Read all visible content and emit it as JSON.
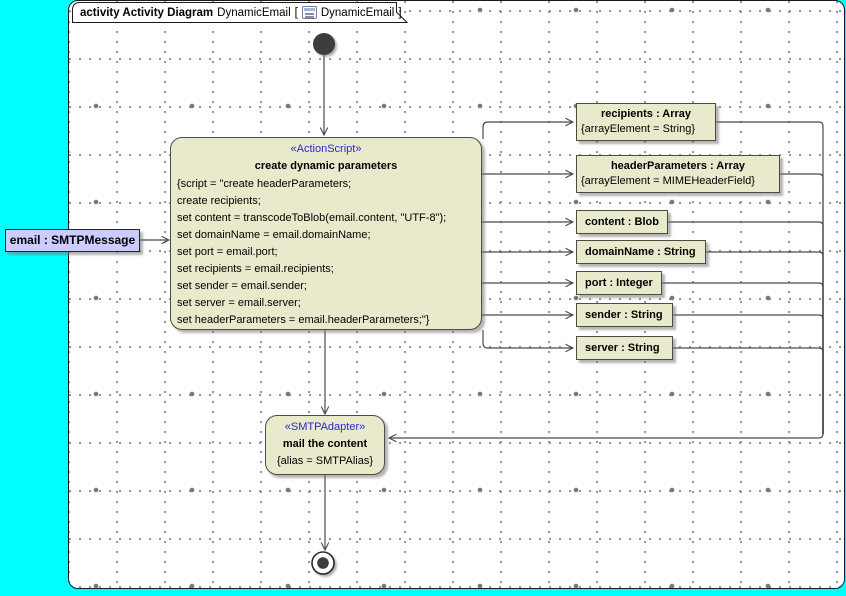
{
  "frame": {
    "kind_label": "activity Activity Diagram",
    "diagram_name": "DynamicEmail",
    "bracket_open": "[",
    "ref_name": "DynamicEmail",
    "bracket_close": "]"
  },
  "nodes": {
    "action": {
      "stereotype": "«ActionScript»",
      "name": "create dynamic parameters",
      "script_lines": [
        "{script = \"create headerParameters;",
        "create recipients;",
        "set content = transcodeToBlob(email.content, \"UTF-8\");",
        "set domainName = email.domainName;",
        "set port = email.port;",
        "set recipients = email.recipients;",
        "set sender = email.sender;",
        "set server = email.server;",
        "set headerParameters = email.headerParameters;\"}"
      ]
    },
    "input_object": {
      "label": "email : SMTPMessage"
    },
    "output_pins": [
      {
        "title": "recipients : Array",
        "subtitle": "{arrayElement = String}"
      },
      {
        "title": "headerParameters : Array",
        "subtitle": "{arrayElement = MIMEHeaderField}"
      },
      {
        "title": "content : Blob"
      },
      {
        "title": "domainName : String"
      },
      {
        "title": "port : Integer"
      },
      {
        "title": "sender : String"
      },
      {
        "title": "server : String"
      }
    ],
    "smtp_action": {
      "stereotype": "«SMTPAdapter»",
      "name": "mail the content",
      "constraint": "{alias = SMTPAlias}"
    }
  },
  "colors": {
    "desktop_background": "#00ffff",
    "canvas_background": "#ffffff",
    "node_fill": "#e9e9cc",
    "object_fill": "#ccccfe",
    "stereotype_text": "#2929cc",
    "edge_stroke": "#4a4a4a"
  }
}
